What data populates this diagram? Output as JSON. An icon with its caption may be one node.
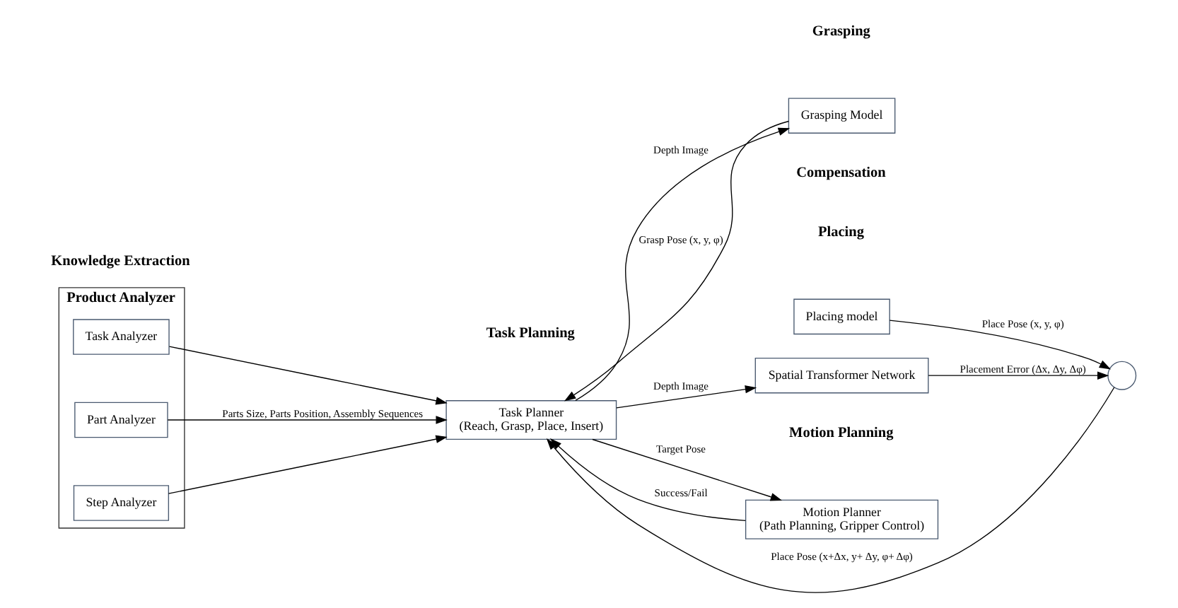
{
  "diagram": {
    "nodes": [
      {
        "text": [
          "Product Analyzer"
        ]
      },
      {
        "text": [
          "Step Analyzer"
        ],
        "in": 0
      },
      {
        "text": [
          "Part Analyzer"
        ],
        "in": 0
      },
      {
        "text": [
          "Task Analyzer"
        ],
        "in": 0
      },
      {
        "text": [
          "Task Planner",
          "(Reach, Grasp, Place, Insert)"
        ]
      },
      {
        "text": [
          "Grasping Model"
        ]
      },
      {
        "text": [
          "Spatial Transformer Network"
        ]
      },
      {
        "text": [
          "Placing model"
        ]
      },
      {
        "text": [
          "Motion Planner",
          "(Path Planning, Gripper Control)"
        ]
      },
      {
        "text": [],
        "shape": "circle"
      }
    ],
    "edges": [
      {
        "from": 1,
        "to": 4,
        "arrow": "to"
      },
      {
        "from": 2,
        "to": 4,
        "arrow": "to",
        "label": "Parts Size, Parts Position, Assembly Sequences"
      },
      {
        "from": 3,
        "to": 4,
        "arrow": "to"
      },
      {
        "from": 4,
        "to": 5,
        "arrow": "to",
        "label": "Depth Image"
      },
      {
        "from": 5,
        "to": 4,
        "arrow": "to",
        "label": "Grasp Pose (x, y, φ)"
      },
      {
        "from": 4,
        "to": 6,
        "arrow": "to",
        "label": "Depth Image"
      },
      {
        "from": 6,
        "to": 9,
        "arrow": "to",
        "label": "Placement Error (Δx, Δy, Δφ)"
      },
      {
        "from": 7,
        "to": 9,
        "arrow": "to",
        "label": "Place Pose (x, y, φ)"
      },
      {
        "from": 9,
        "to": 4,
        "arrow": "to",
        "label": "Place Pose (x+Δx, y+ Δy, φ+ Δφ)"
      },
      {
        "from": 4,
        "to": 8,
        "arrow": "to",
        "label": "Target Pose"
      },
      {
        "from": 8,
        "to": 4,
        "arrow": "to",
        "label": "Success/Fail"
      }
    ],
    "labels": [
      "Knowledge Extraction",
      "Task Planning",
      "Grasping",
      "Compensation",
      "Placing",
      "Motion Planning"
    ]
  }
}
